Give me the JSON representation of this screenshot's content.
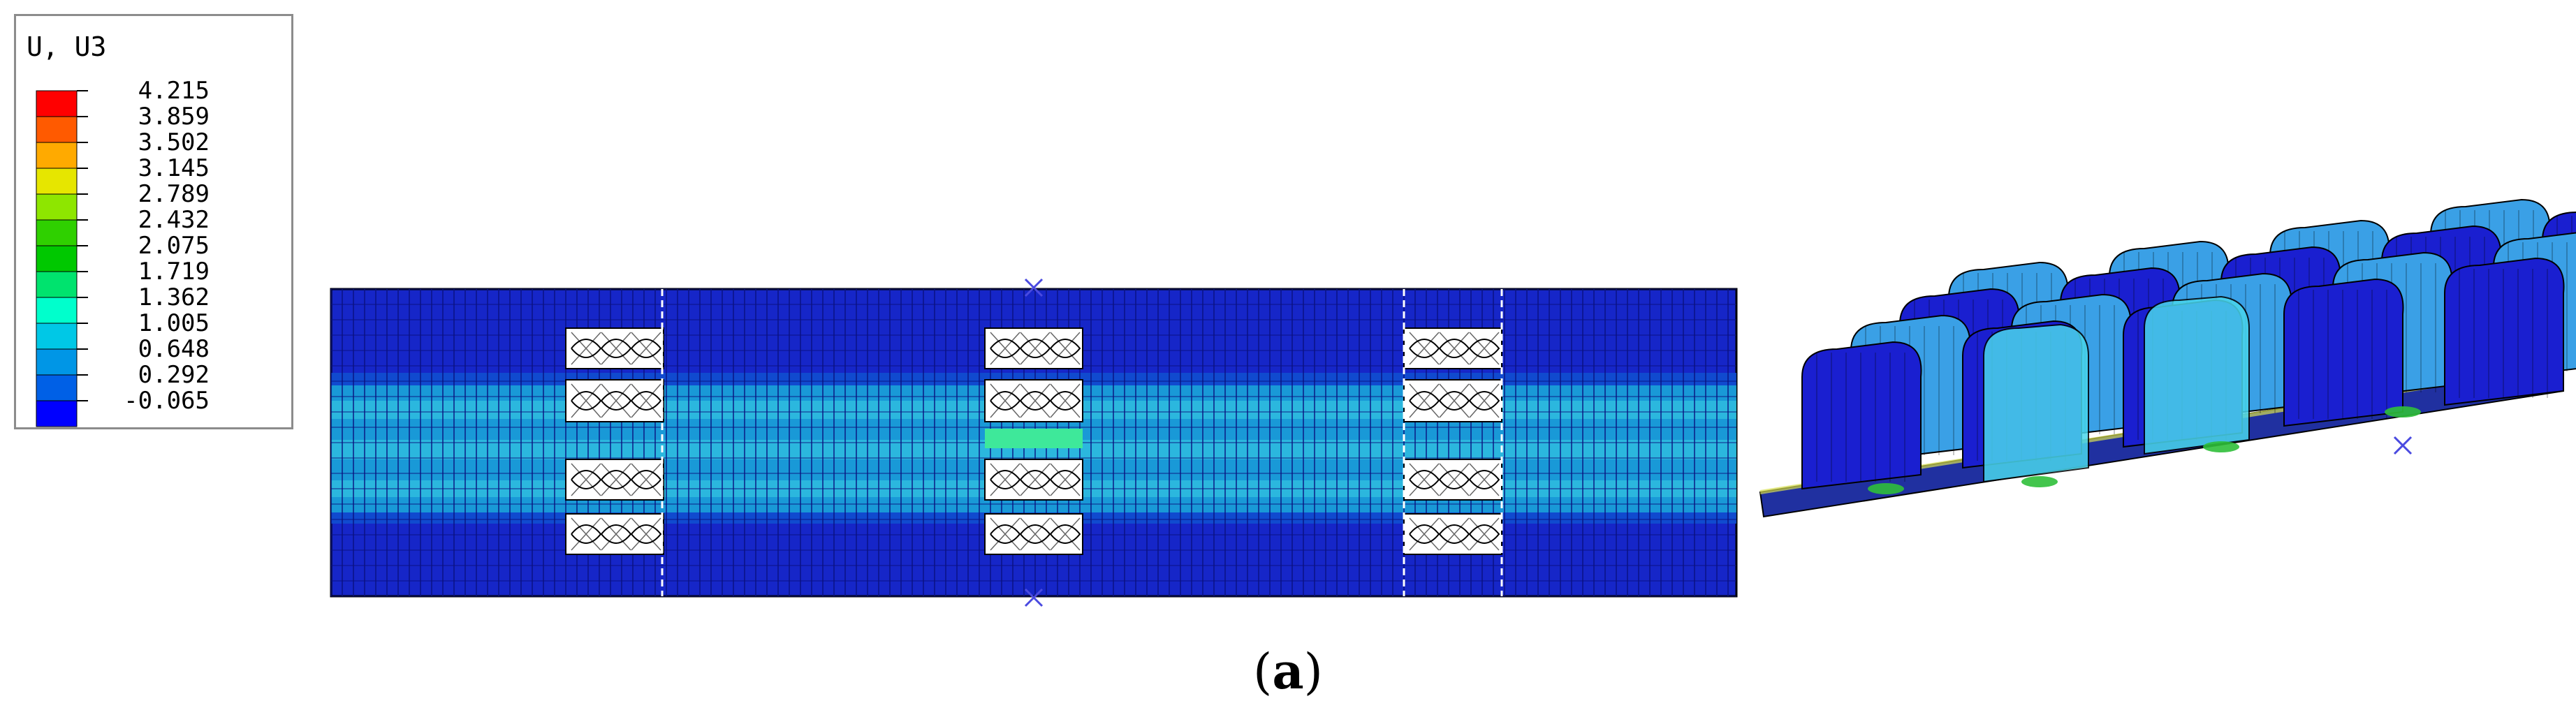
{
  "legend": {
    "title": "U, U3",
    "values": [
      "4.215",
      "3.859",
      "3.502",
      "3.145",
      "2.789",
      "2.432",
      "2.075",
      "1.719",
      "1.362",
      "1.005",
      "0.648",
      "0.292",
      "-0.065"
    ],
    "colors": [
      "#ff0000",
      "#ff5a00",
      "#ffaa00",
      "#e6e600",
      "#8ee600",
      "#2fd000",
      "#00c800",
      "#00e36e",
      "#00ffcc",
      "#00c8e6",
      "#0096e6",
      "#0060e6",
      "#0000ff"
    ]
  },
  "plan_view": {
    "colors": {
      "base": "#1626c8",
      "mesh": "#0a1280",
      "band_mid": "#1aa6d8",
      "band_light": "#2ec8e0",
      "band_peak": "#3ee89a",
      "band_dark": "#0f4fcf"
    }
  },
  "iso_view": {
    "colors": {
      "base": "#1a1fd0",
      "light": "#3aa0e6",
      "cyan": "#49d6ec",
      "plate": "#2030a0",
      "accent_yellow": "#d8e050",
      "accent_green": "#2fbf3a"
    }
  },
  "caption": {
    "open": "(",
    "label": "a",
    "close": ")"
  }
}
